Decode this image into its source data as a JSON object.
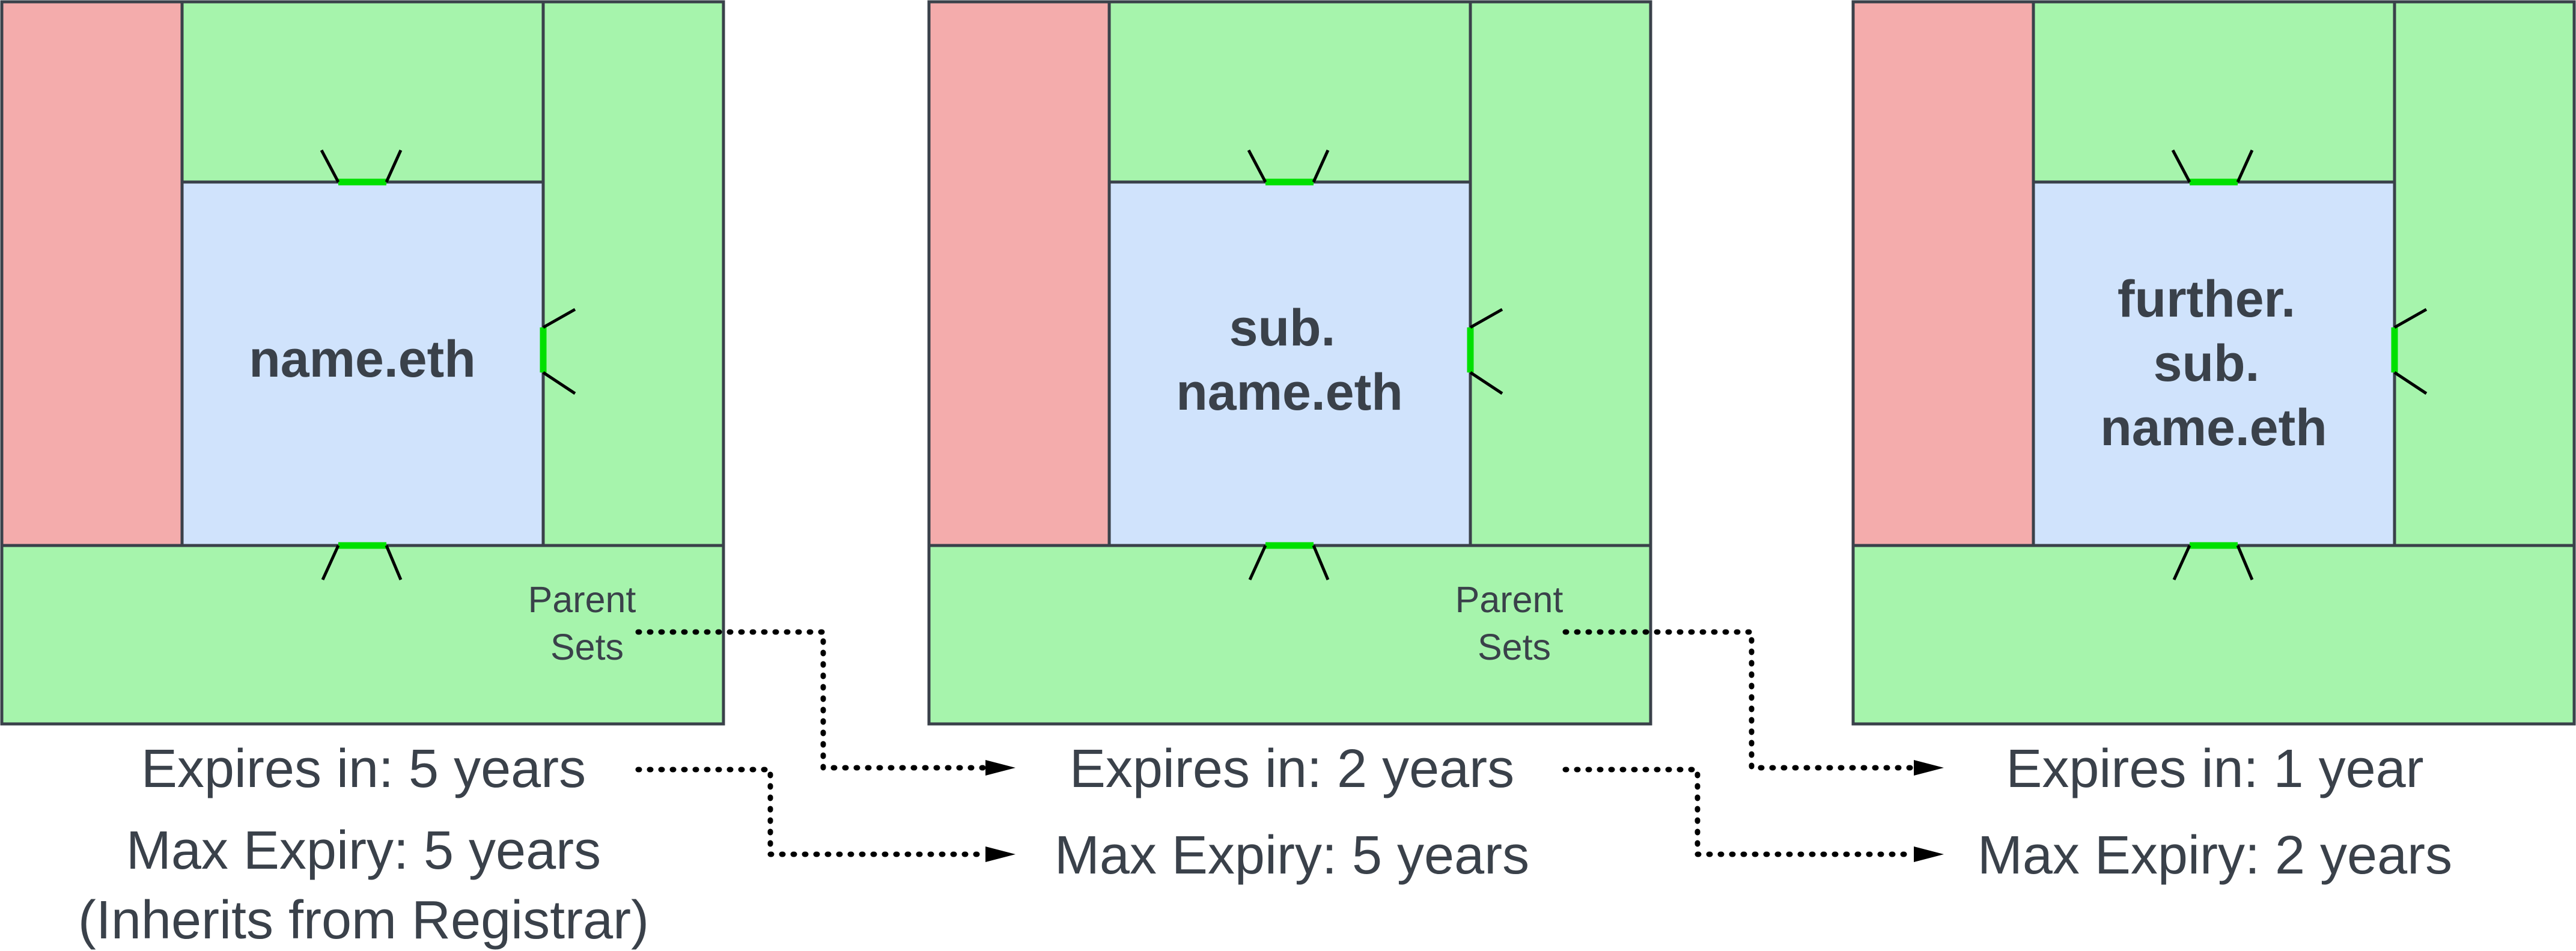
{
  "colors": {
    "red_panel": "#f4acac",
    "green_panel": "#a6f4ac",
    "blue_panel": "#d0e3fc",
    "outline": "#3a414a",
    "fuse_mark": "#00e000",
    "text": "#3a414a"
  },
  "diagrams": [
    {
      "name_lines": [
        "name.eth"
      ],
      "parent_sets": [
        "Parent",
        "Sets"
      ],
      "expires": "Expires in: 5 years",
      "max_expiry": "Max Expiry: 5 years",
      "inherit_note": "(Inherits from Registrar)"
    },
    {
      "name_lines": [
        "sub.",
        "name.eth"
      ],
      "parent_sets": [
        "Parent",
        "Sets"
      ],
      "expires": "Expires in: 2 years",
      "max_expiry": "Max Expiry: 5 years"
    },
    {
      "name_lines": [
        "further.",
        "sub.",
        "name.eth"
      ],
      "expires": "Expires in: 1 year",
      "max_expiry": "Max Expiry: 2 years"
    }
  ]
}
